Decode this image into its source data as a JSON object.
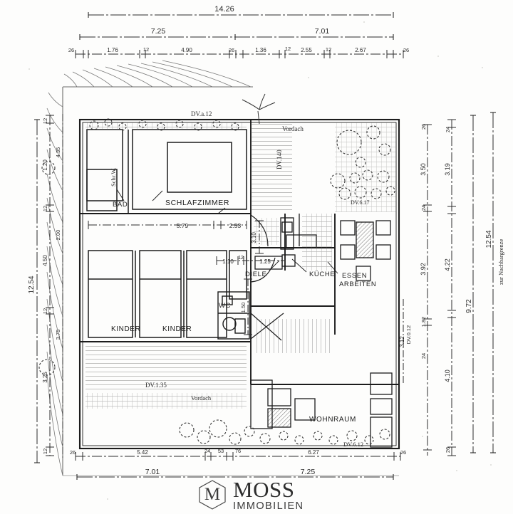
{
  "sheet": {
    "kind": "architectural-floor-plan",
    "scan_background": "#fdfdfc",
    "ink_color": "#1c1c1c"
  },
  "watermark": {
    "monogram": "M",
    "brand": "MOSS",
    "subtitle": "IMMOBILIEN"
  },
  "rooms": [
    {
      "id": "schlafzimmer",
      "label": "SCHLAFZIMMER"
    },
    {
      "id": "bad",
      "label": "BAD"
    },
    {
      "id": "kinder_1",
      "label": "KINDER"
    },
    {
      "id": "kinder_2",
      "label": "KINDER"
    },
    {
      "id": "diele",
      "label": "DIELE"
    },
    {
      "id": "wc",
      "label": "WC"
    },
    {
      "id": "kueche",
      "label": "KÜCHE"
    },
    {
      "id": "essen",
      "label": "ESSEN"
    },
    {
      "id": "arbeiten",
      "label": "ARBEITEN"
    },
    {
      "id": "wohnraum",
      "label": "WOHNRAUM"
    }
  ],
  "annotations": [
    {
      "id": "dv_a_12",
      "label": "DV.a.12"
    },
    {
      "id": "vordach_top",
      "label": "Vordach"
    },
    {
      "id": "dv_140",
      "label": "DV.140"
    },
    {
      "id": "dv_6_17",
      "label": "DV.6.17"
    },
    {
      "id": "schrank",
      "label": "Schr.W."
    },
    {
      "id": "dv_1_35",
      "label": "DV.1.35"
    },
    {
      "id": "vordach_bottom",
      "label": "Vordach"
    },
    {
      "id": "dv_6_12",
      "label": "DV.6.12"
    },
    {
      "id": "grenze",
      "label": "zur Nachbargrenze"
    }
  ],
  "dimensions": {
    "top": {
      "overall": "14.26",
      "halves": [
        "7.25",
        "7.01"
      ],
      "detail": [
        "26",
        "1.76",
        "12",
        "4.90",
        "26",
        "1.36",
        "12",
        "2.55",
        "12",
        "2.67",
        "26"
      ]
    },
    "bottom": {
      "detail": [
        "26",
        "5.42",
        "24",
        "53",
        "76",
        "6.27",
        "26"
      ],
      "halves": [
        "7.01",
        "7.25"
      ]
    },
    "left": {
      "outer": "12.54",
      "chain_a": [
        "12",
        "1.20",
        "12",
        "4.50",
        "12",
        "3.25",
        "12"
      ],
      "chain_b": [
        "26",
        "4.35",
        "26",
        "2.00",
        "12",
        "3.75",
        "26"
      ]
    },
    "right": {
      "outer": "12.54",
      "chain_a": [
        "26",
        "3.50",
        "24",
        "3.92"
      ],
      "chain_b": [
        "24",
        "3.19",
        "4.22",
        "26"
      ],
      "chain_c": [
        "4.10",
        "9.72"
      ],
      "chain_d": [
        "1.82",
        "24"
      ]
    },
    "interior": {
      "schlafzimmer_row": [
        "5.79",
        "2.53"
      ],
      "diele_row": [
        "1.10",
        "12",
        "1.25"
      ],
      "vertical_small": [
        "3.10",
        "3.12",
        "1.50",
        "DV.0.12"
      ]
    }
  }
}
